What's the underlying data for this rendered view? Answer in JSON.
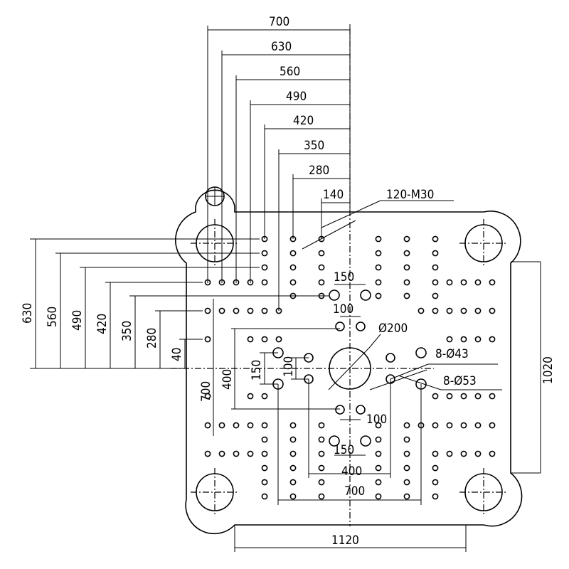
{
  "dimensions": {
    "top": [
      "700",
      "630",
      "560",
      "490",
      "420",
      "350",
      "280",
      "140"
    ],
    "tie_bar_thread": "120-M30",
    "left": [
      "630",
      "560",
      "490",
      "420",
      "350",
      "280",
      "40"
    ],
    "right": "1020",
    "bottom": "1120",
    "center_bore": "Ø200",
    "holes_a": "8-Ø43",
    "holes_b": "8-Ø53",
    "inner": {
      "h150_top": "150",
      "h100_top": "100",
      "h100_bot": "100",
      "h150_bot": "150",
      "h400_bot": "400",
      "h700_bot": "700",
      "v700": "700",
      "v400": "400",
      "v150": "150",
      "v100": "100"
    }
  }
}
